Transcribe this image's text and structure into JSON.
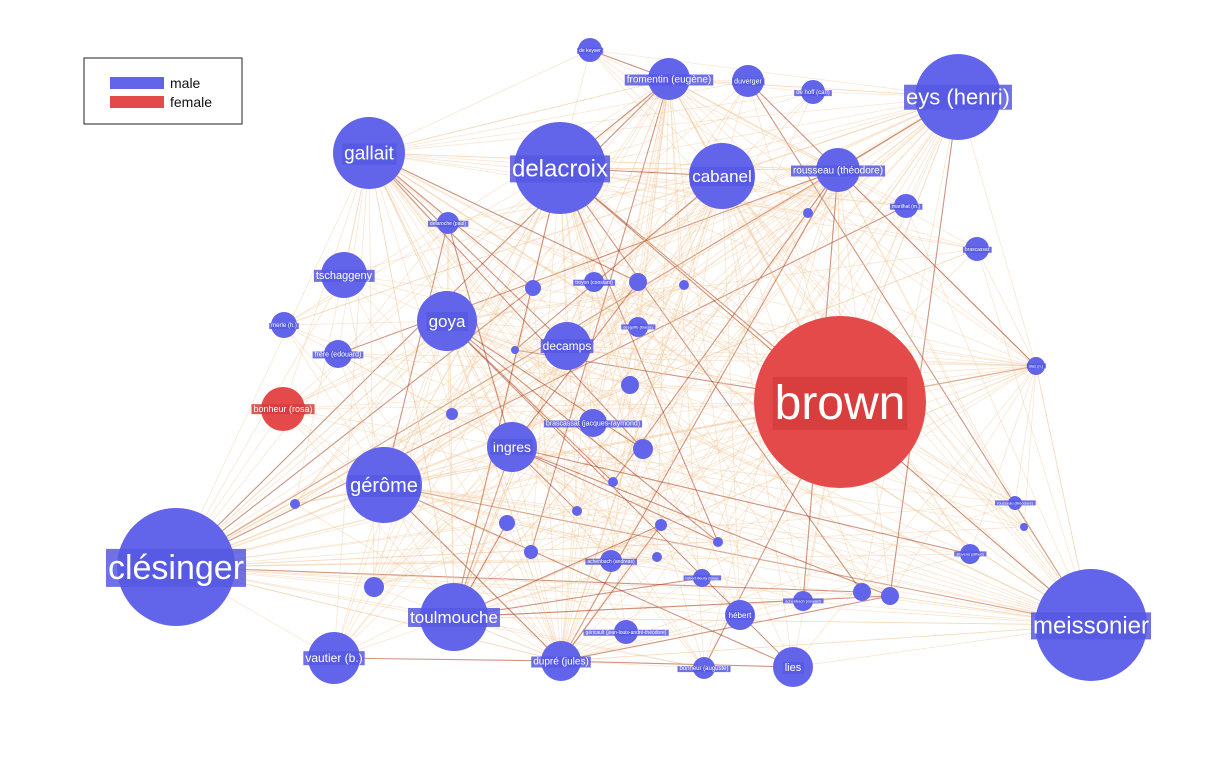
{
  "colors": {
    "male": "#6264ea",
    "female": "#e54a4a",
    "edge_light": "#f5c89a",
    "edge_dark": "#a63a1a",
    "label_bg_male": "#5658e0",
    "label_bg_female": "#d63c3c"
  },
  "legend": {
    "items": [
      {
        "label": "male",
        "gender": "male"
      },
      {
        "label": "female",
        "gender": "female"
      }
    ]
  },
  "nodes": [
    {
      "id": "brown",
      "label": "brown",
      "gender": "female",
      "weight": 10
    },
    {
      "id": "clesinger",
      "label": "clésinger",
      "gender": "male",
      "weight": 7.2
    },
    {
      "id": "meissonier",
      "label": "meissonier",
      "gender": "male",
      "weight": 6.8
    },
    {
      "id": "delacroix",
      "label": "delacroix",
      "gender": "male",
      "weight": 5.5
    },
    {
      "id": "eys",
      "label": "eys (henri)",
      "gender": "male",
      "weight": 5.2
    },
    {
      "id": "gerome",
      "label": "gérôme",
      "gender": "male",
      "weight": 4.6
    },
    {
      "id": "toulmouche",
      "label": "toulmouche",
      "gender": "male",
      "weight": 4.1
    },
    {
      "id": "gallait",
      "label": "gallait",
      "gender": "male",
      "weight": 4.3
    },
    {
      "id": "cabanel",
      "label": "cabanel",
      "gender": "male",
      "weight": 4.0
    },
    {
      "id": "goya",
      "label": "goya",
      "gender": "male",
      "weight": 3.6
    },
    {
      "id": "ingres",
      "label": "ingres",
      "gender": "male",
      "weight": 3.0
    },
    {
      "id": "decamps",
      "label": "decamps",
      "gender": "male",
      "weight": 2.9
    },
    {
      "id": "vautier",
      "label": "vautier (b.)",
      "gender": "male",
      "weight": 3.1
    },
    {
      "id": "tschaggeny",
      "label": "tschaggeny",
      "gender": "male",
      "weight": 2.8
    },
    {
      "id": "rousseau",
      "label": "rousseau (théodore)",
      "gender": "male",
      "weight": 2.6
    },
    {
      "id": "fromentin",
      "label": "fromentin (eugène)",
      "gender": "male",
      "weight": 2.5
    },
    {
      "id": "dupre",
      "label": "dupré (jules)",
      "gender": "male",
      "weight": 2.4
    },
    {
      "id": "lies",
      "label": "lies",
      "gender": "male",
      "weight": 2.4
    },
    {
      "id": "bonheur_rosa",
      "label": "bonheur (rosa)",
      "gender": "female",
      "weight": 2.6
    },
    {
      "id": "prascassat_jr",
      "label": "brascassat (jacques-raymond)",
      "gender": "male",
      "weight": 1.8
    },
    {
      "id": "frere",
      "label": "frère (edouard)",
      "gender": "male",
      "weight": 1.7
    },
    {
      "id": "hebert",
      "label": "hébert",
      "gender": "male",
      "weight": 1.8
    },
    {
      "id": "merle",
      "label": "merle (h.)",
      "gender": "male",
      "weight": 1.6
    },
    {
      "id": "duverger",
      "label": "duverger",
      "gender": "male",
      "weight": 1.6
    },
    {
      "id": "dehoff",
      "label": "de hoff (carl)",
      "gender": "male",
      "weight": 1.4
    },
    {
      "id": "bonheur_auguste",
      "label": "bonheur (auguste)",
      "gender": "male",
      "weight": 1.4
    },
    {
      "id": "gericault",
      "label": "géricault (jean-louis-andré-théodore)",
      "gender": "male",
      "weight": 1.4
    },
    {
      "id": "dekeyser",
      "label": "de keyser",
      "gender": "male",
      "weight": 1.3
    },
    {
      "id": "marilhat",
      "label": "marilhat (m.)",
      "gender": "male",
      "weight": 1.4
    },
    {
      "id": "brascassat2",
      "label": "brascassat",
      "gender": "male",
      "weight": 1.3
    },
    {
      "id": "delaroche",
      "label": "delaroche (paul)",
      "gender": "male",
      "weight": 1.2
    },
    {
      "id": "troyon_c",
      "label": "troyon (constant)",
      "gender": "male",
      "weight": 1.0
    },
    {
      "id": "descoffe",
      "label": "desgoffe (blaise)",
      "gender": "male",
      "weight": 1.0
    },
    {
      "id": "schenbach",
      "label": "achenbach (andreas)",
      "gender": "male",
      "weight": 1.2
    },
    {
      "id": "robert_fleury",
      "label": "robert-fleury (tony)",
      "gender": "male",
      "weight": 1.0
    },
    {
      "id": "achenbach_oswald",
      "label": "achenbach (oswald)",
      "gender": "male",
      "weight": 1.0
    },
    {
      "id": "stevens",
      "label": "stevens (alfred)",
      "gender": "male",
      "weight": 1.0
    },
    {
      "id": "rousseau_theo2",
      "label": "rousseau (théodore)",
      "gender": "male",
      "weight": 0.8
    },
    {
      "id": "diaz",
      "label": "diaz (n.)",
      "gender": "male",
      "weight": 0.9
    },
    {
      "id": "small_1",
      "label": "",
      "gender": "male",
      "weight": 0.5
    },
    {
      "id": "small_2",
      "label": "",
      "gender": "male",
      "weight": 0.5
    },
    {
      "id": "small_3",
      "label": "",
      "gender": "male",
      "weight": 0.5
    },
    {
      "id": "small_4",
      "label": "",
      "gender": "male",
      "weight": 0.5
    },
    {
      "id": "small_5",
      "label": "",
      "gender": "male",
      "weight": 0.5
    },
    {
      "id": "small_6",
      "label": "",
      "gender": "male",
      "weight": 0.5
    },
    {
      "id": "small_7",
      "label": "",
      "gender": "male",
      "weight": 0.5
    },
    {
      "id": "small_8",
      "label": "",
      "gender": "male",
      "weight": 0.5
    },
    {
      "id": "small_9",
      "label": "",
      "gender": "male",
      "weight": 0.5
    },
    {
      "id": "small_10",
      "label": "",
      "gender": "male",
      "weight": 0.5
    },
    {
      "id": "small_11",
      "label": "",
      "gender": "male",
      "weight": 0.5
    },
    {
      "id": "small_12",
      "label": "",
      "gender": "male",
      "weight": 0.5
    },
    {
      "id": "small_13",
      "label": "",
      "gender": "male",
      "weight": 0.5
    },
    {
      "id": "small_14",
      "label": "",
      "gender": "male",
      "weight": 0.5
    },
    {
      "id": "small_15",
      "label": "",
      "gender": "male",
      "weight": 0.5
    },
    {
      "id": "small_16",
      "label": "",
      "gender": "male",
      "weight": 0.5
    },
    {
      "id": "small_17",
      "label": "",
      "gender": "male",
      "weight": 0.5
    },
    {
      "id": "small_18",
      "label": "",
      "gender": "male",
      "weight": 0.5
    },
    {
      "id": "small_19",
      "label": "",
      "gender": "male",
      "weight": 0.5
    },
    {
      "id": "small_20",
      "label": "",
      "gender": "male",
      "weight": 0.5
    }
  ]
}
